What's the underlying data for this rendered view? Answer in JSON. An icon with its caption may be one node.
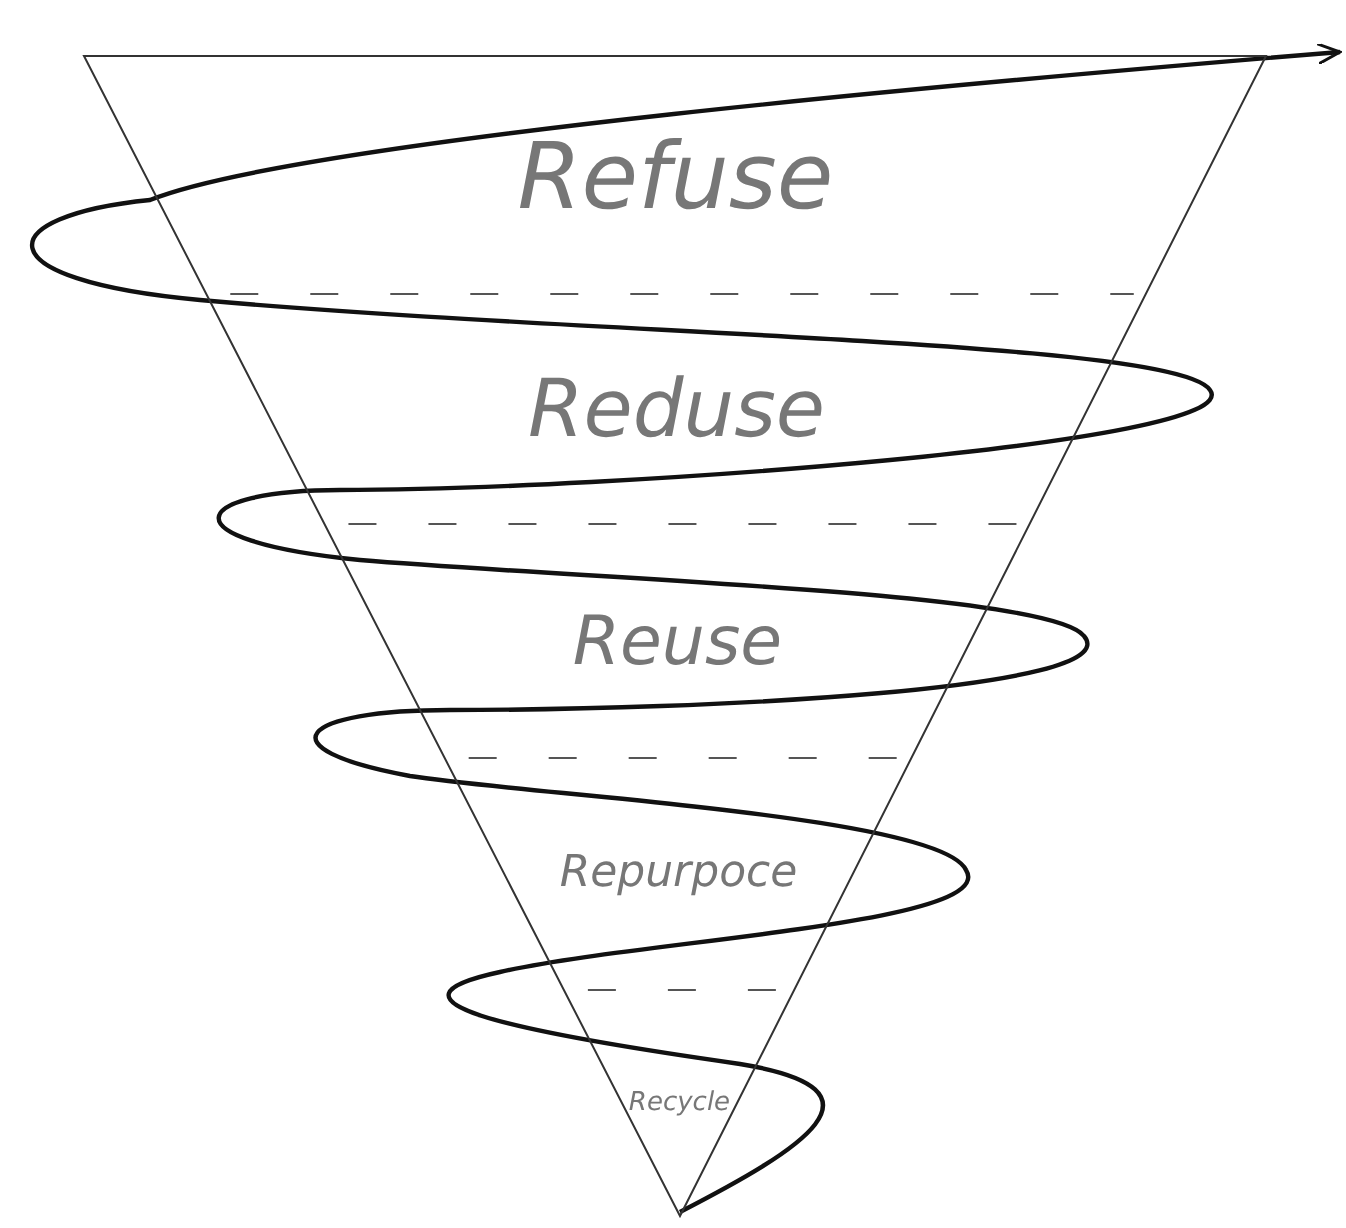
{
  "diagram": {
    "nodes": [
      {
        "text": [
          "Refuse"
        ]
      },
      {
        "text": [
          "Reduse"
        ]
      },
      {
        "text": [
          "Reuse"
        ]
      },
      {
        "text": [
          "Repurpoce"
        ]
      },
      {
        "text": [
          "Recycle"
        ]
      }
    ],
    "edges": []
  }
}
